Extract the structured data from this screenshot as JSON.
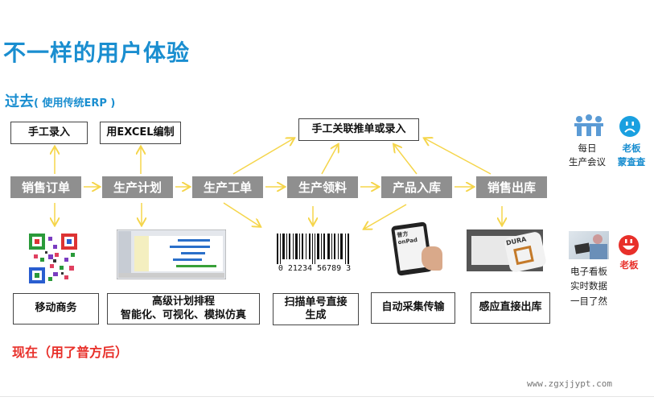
{
  "title": "不一样的用户体验",
  "past": {
    "label": "过去",
    "sub": "( 使用传统ERP )"
  },
  "now": {
    "label": "现在（用了普方后）"
  },
  "top_boxes": [
    "手工录入",
    "用EXCEL编制",
    "手工关联推单或录入"
  ],
  "flow": [
    "销售订单",
    "生产计划",
    "生产工单",
    "生产领料",
    "产品入库",
    "销售出库"
  ],
  "bottom_boxes": [
    {
      "l1": "移动商务"
    },
    {
      "l1": "高级计划排程",
      "l2": "智能化、可视化、模拟仿真"
    },
    {
      "l1": "扫描单号直接",
      "l2": "生成"
    },
    {
      "l1": "自动采集传输"
    },
    {
      "l1": "感应直接出库"
    }
  ],
  "barcode_digits": "0  21234  56789  3",
  "tablet_text": "普方onPad",
  "label_text": "DURA",
  "right": {
    "meeting_l1": "每日",
    "meeting_l2": "生产会议",
    "boss_sad_l1": "老板",
    "boss_sad_l2": "蒙查查",
    "board_l1": "电子看板",
    "board_l2": "实时数据",
    "board_l3": "一目了然",
    "boss_happy": "老板"
  },
  "colors": {
    "blue": "#1a8ed0",
    "red": "#e8302a",
    "gray": "#8f8f8f",
    "arrow": "#f5d54a"
  },
  "watermark": "www.zgxjjypt.com"
}
